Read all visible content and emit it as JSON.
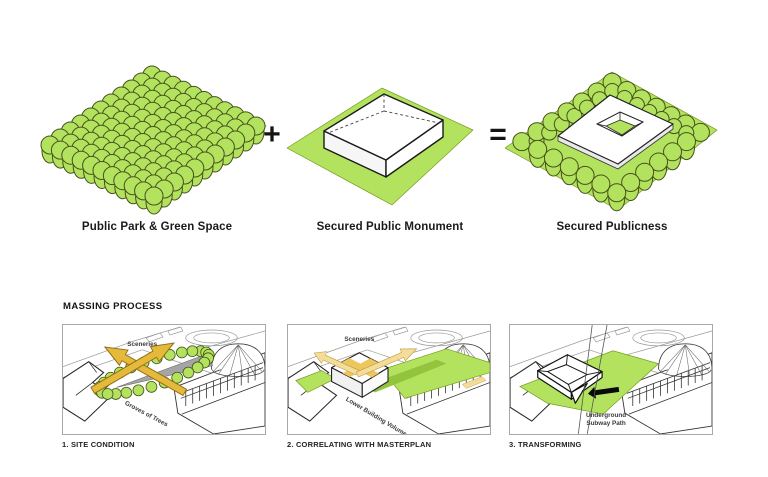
{
  "equation": {
    "operator_plus": "+",
    "operator_equals": "=",
    "items": [
      {
        "label": "Public Park & Green Space"
      },
      {
        "label": "Secured Public Monument"
      },
      {
        "label": "Secured Publicness"
      }
    ]
  },
  "massing_process": {
    "title": "MASSING PROCESS",
    "steps": [
      {
        "caption": "1. SITE CONDITION",
        "annotations": [
          "Sceneries",
          "Groves of Trees"
        ]
      },
      {
        "caption": "2. CORRELATING WITH MASTERPLAN",
        "annotations": [
          "Sceneries",
          "Lower Building Volume"
        ]
      },
      {
        "caption": "3. TRANSFORMING",
        "annotations": [
          "Underground",
          "Subway Path"
        ]
      }
    ]
  },
  "colors": {
    "tree_green": "#b3e35e",
    "tree_outline": "#45511b",
    "plane_green": "#b3e35e",
    "arrow_gold": "#e5b93a",
    "arrow_pale": "#f4dc9a",
    "cross_gold": "#edc75e",
    "area_gray": "#a5a5a5",
    "ink": "#1a1a1a"
  }
}
